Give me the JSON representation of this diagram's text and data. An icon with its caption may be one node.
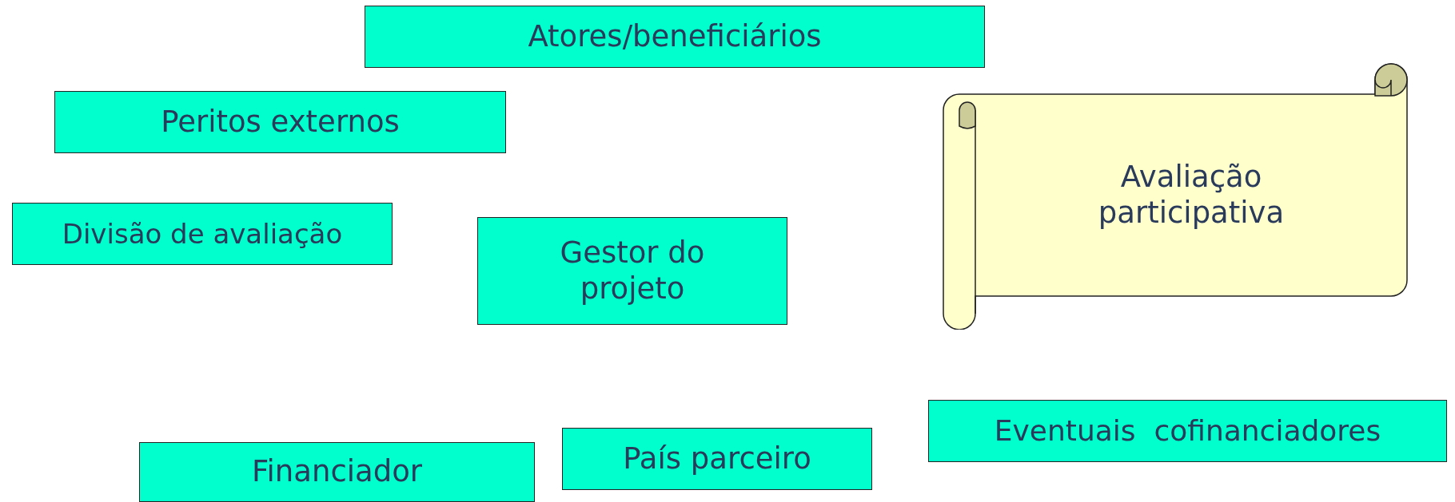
{
  "diagram": {
    "nodes": [
      {
        "text": [
          "Atores/beneficiários"
        ]
      },
      {
        "text": [
          "Peritos externos"
        ]
      },
      {
        "text": [
          "Avaliação participativa"
        ]
      },
      {
        "text": [
          "Divisão de avaliação"
        ]
      },
      {
        "text": [
          "Gestor do projeto"
        ]
      },
      {
        "text": [
          "Eventuais  cofinanciadores"
        ]
      },
      {
        "text": [
          "País parceiro"
        ]
      },
      {
        "text": [
          "Financiador"
        ]
      }
    ]
  }
}
